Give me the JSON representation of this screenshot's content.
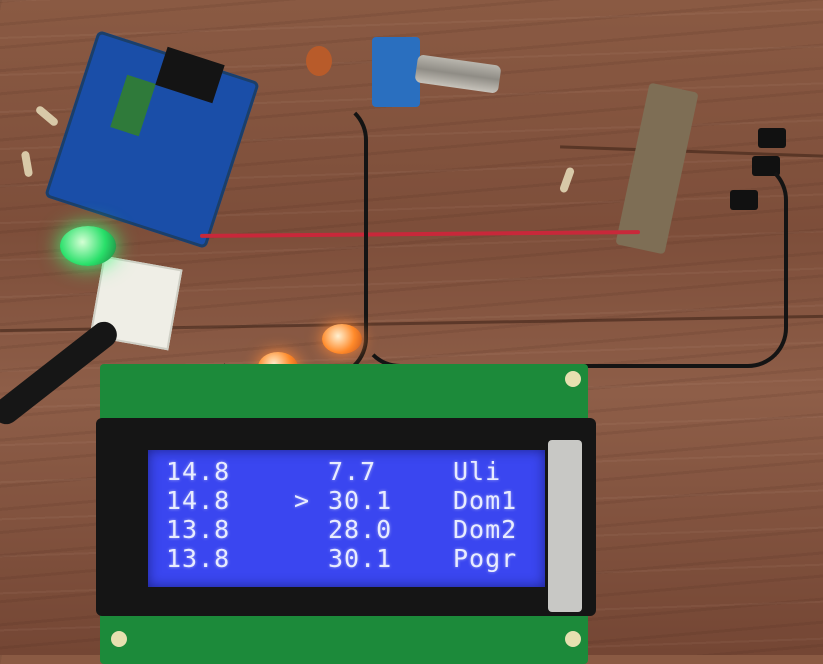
{
  "lcd": {
    "rows": [
      {
        "col1": "14.8",
        "marker": "",
        "col2": "7.7",
        "col3": "Uli"
      },
      {
        "col1": "14.8",
        "marker": ">",
        "col2": "30.1",
        "col3": "Dom1"
      },
      {
        "col1": "13.8",
        "marker": "",
        "col2": "28.0",
        "col3": "Dom2"
      },
      {
        "col1": "13.8",
        "marker": "",
        "col2": "30.1",
        "col3": "Pogr"
      }
    ]
  },
  "colors": {
    "lcd_background": "#3a46f0",
    "lcd_text": "#e8ecff",
    "pcb": "#1c8a3a",
    "wood": "#8a5a43"
  }
}
